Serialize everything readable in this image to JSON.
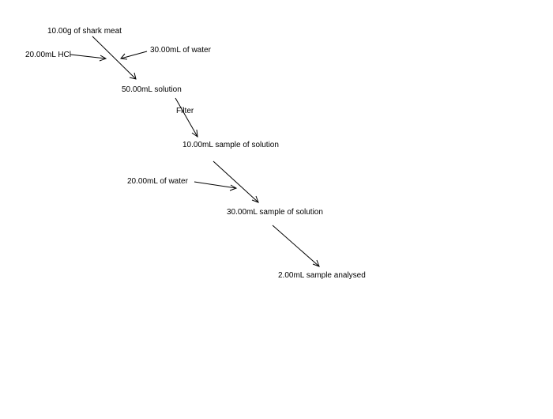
{
  "diagram": {
    "labels": {
      "shark_meat": "10.00g of shark meat",
      "hcl": "20.00mL HCl",
      "water_1": "30.00mL of water",
      "solution_50": "50.00mL solution",
      "filter": "Filter",
      "sample_10": "10.00mL sample of solution",
      "water_2": "20.00mL of water",
      "sample_30": "30.00mL sample of solution",
      "analysed": "2.00mL sample analysed"
    },
    "colors": {
      "line": "#000000",
      "text": "#000000",
      "background": "#ffffff"
    }
  }
}
